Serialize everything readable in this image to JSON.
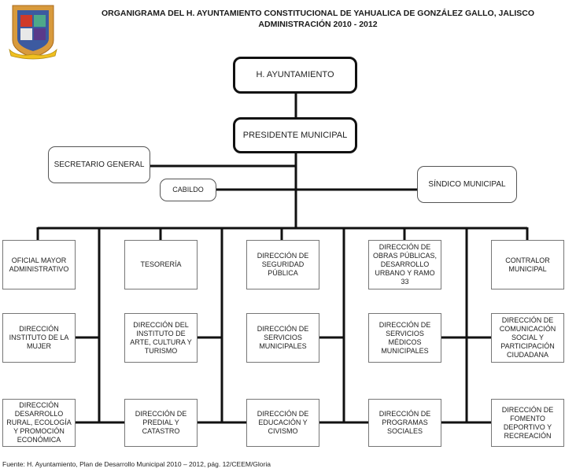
{
  "header": {
    "title_line1": "ORGANIGRAMA DEL H. AYUNTAMIENTO CONSTITUCIONAL DE YAHUALICA DE GONZÁLEZ GALLO, JALISCO",
    "title_line2": "ADMINISTRACIÓN 2010 - 2012",
    "logo_icon": "municipal-coat-of-arms-icon"
  },
  "top": {
    "ayuntamiento": "H. AYUNTAMIENTO",
    "presidente": "PRESIDENTE MUNICIPAL",
    "secretario": "SECRETARIO GENERAL",
    "cabildo": "CABILDO",
    "sindico": "SÍNDICO MUNICIPAL"
  },
  "departments": {
    "row1": [
      "OFICIAL MAYOR ADMINISTRATIVO",
      "TESORERÍA",
      "DIRECCIÓN DE SEGURIDAD PÚBLICA",
      "DIRECCIÓN DE OBRAS PÚBLICAS, DESARROLLO URBANO Y RAMO 33",
      "CONTRALOR MUNICIPAL"
    ],
    "row2": [
      "DIRECCIÓN INSTITUTO DE LA MUJER",
      "DIRECCIÓN DEL INSTITUTO DE ARTE, CULTURA Y TURISMO",
      "DIRECCIÓN DE SERVICIOS MUNICIPALES",
      "DIRECCIÓN DE SERVICIOS MÉDICOS MUNICIPALES",
      "DIRECCIÓN DE COMUNICACIÓN SOCIAL Y PARTICIPACIÓN CIUDADANA"
    ],
    "row3": [
      "DIRECCIÓN DESARROLLO RURAL, ECOLOGÍA Y PROMOCIÓN ECONÓMICA",
      "DIRECCIÓN DE PREDIAL Y CATASTRO",
      "DIRECCIÓN DE EDUCACIÓN Y CIVISMO",
      "DIRECCIÓN DE PROGRAMAS SOCIALES",
      "DIRECCIÓN DE FOMENTO DEPORTIVO Y RECREACIÓN"
    ]
  },
  "footer": {
    "source": "Fuente: H. Ayuntamiento, Plan de Desarrollo Municipal 2010 – 2012, pág. 12/CEEM/Gloria"
  }
}
